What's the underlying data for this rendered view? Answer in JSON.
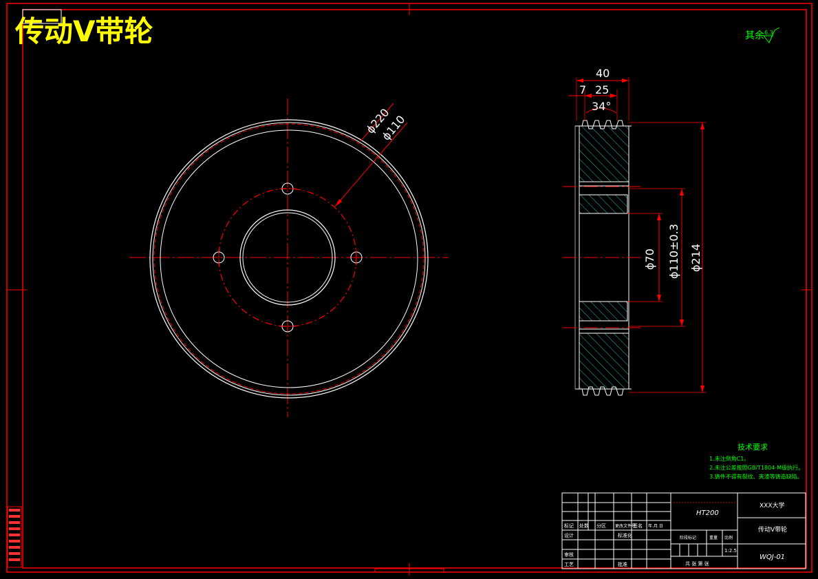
{
  "title": "传动V带轮",
  "roughness_note": {
    "prefix": "其余",
    "value": "6.3"
  },
  "front_view": {
    "dimensions": {
      "d_outer": "ϕ220",
      "d_bolt_circle": "ϕ110"
    }
  },
  "section_view": {
    "dimensions": {
      "width_total": "40",
      "offset": "7",
      "groove_pitch": "25",
      "groove_angle": "34°",
      "d_bore": "ϕ70",
      "d_hub": "ϕ110±0.3",
      "d_outer": "ϕ214"
    }
  },
  "tech_requirements": {
    "heading": "技术要求",
    "items": [
      "1.未注倒角C1。",
      "2.未注公差按照GB/T1804-M级执行。",
      "3.铸件不得有裂纹、夹渣等铸造缺陷。"
    ]
  },
  "title_block": {
    "material": "HT200",
    "school": "XXX大学",
    "part_name": "传动V带轮",
    "drawing_no": "WQJ-01",
    "scale": "1:2.5",
    "labels": {
      "mark": "标记",
      "count": "处数",
      "zone": "分区",
      "change_doc": "更改文件号",
      "signature": "签名",
      "date": "年.月.日",
      "design": "设计",
      "standardize": "标准化",
      "stage_mark": "阶段标记",
      "weight": "重量",
      "scale_label": "比例",
      "review": "审核",
      "process": "工艺",
      "approve": "批准",
      "sheets": "共 张 第 张"
    }
  }
}
